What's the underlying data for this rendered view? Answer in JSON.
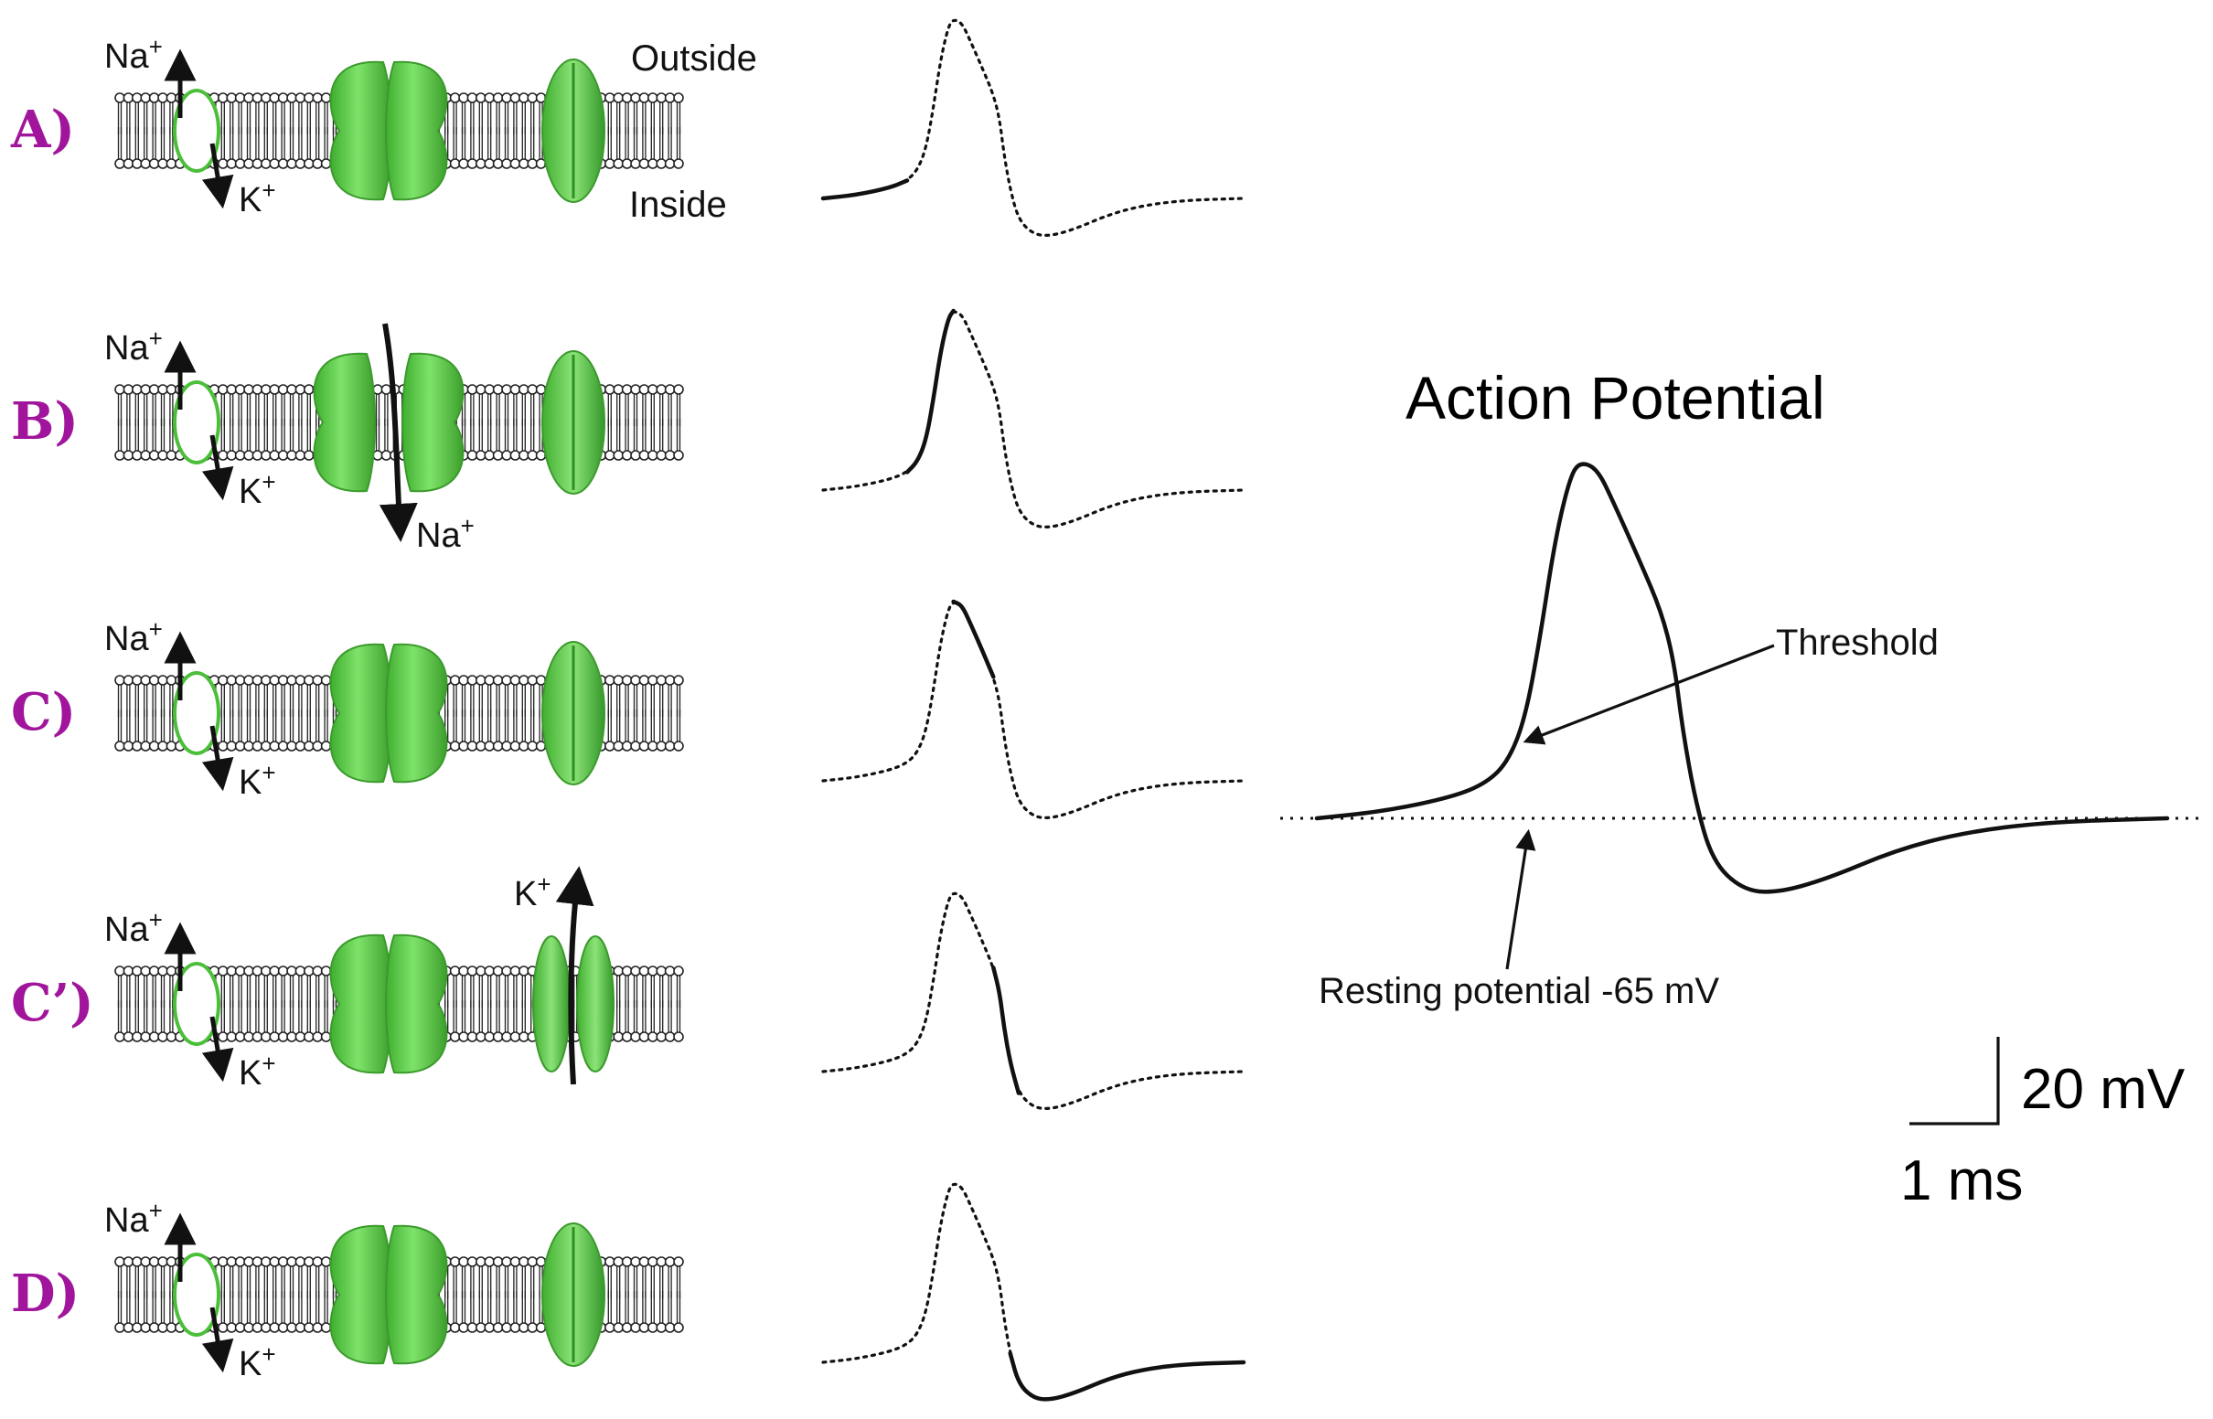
{
  "panels": [
    {
      "label": "A)",
      "na": "Na",
      "k": "K",
      "sup": "+",
      "outside": "Outside",
      "inside": "Inside",
      "active": "rest"
    },
    {
      "label": "B)",
      "na": "Na",
      "k": "K",
      "sup": "+",
      "na_flow": "Na",
      "active": "rise"
    },
    {
      "label": "C)",
      "na": "Na",
      "k": "K",
      "sup": "+",
      "active": "peak"
    },
    {
      "label": "C’)",
      "na": "Na",
      "k": "K",
      "sup": "+",
      "k_flow": "K",
      "active": "fall"
    },
    {
      "label": "D)",
      "na": "Na",
      "k": "K",
      "sup": "+",
      "active": "undershoot"
    }
  ],
  "action_potential": {
    "title": "Action Potential",
    "threshold_label": "Threshold",
    "resting_label": "Resting potential -65 mV",
    "scale_voltage": "20 mV",
    "scale_time": "1 ms"
  },
  "colors": {
    "channel_green": "#5cc94a",
    "channel_dark": "#2e8f22",
    "label_magenta": "#a0159b",
    "trace": "#111111"
  }
}
